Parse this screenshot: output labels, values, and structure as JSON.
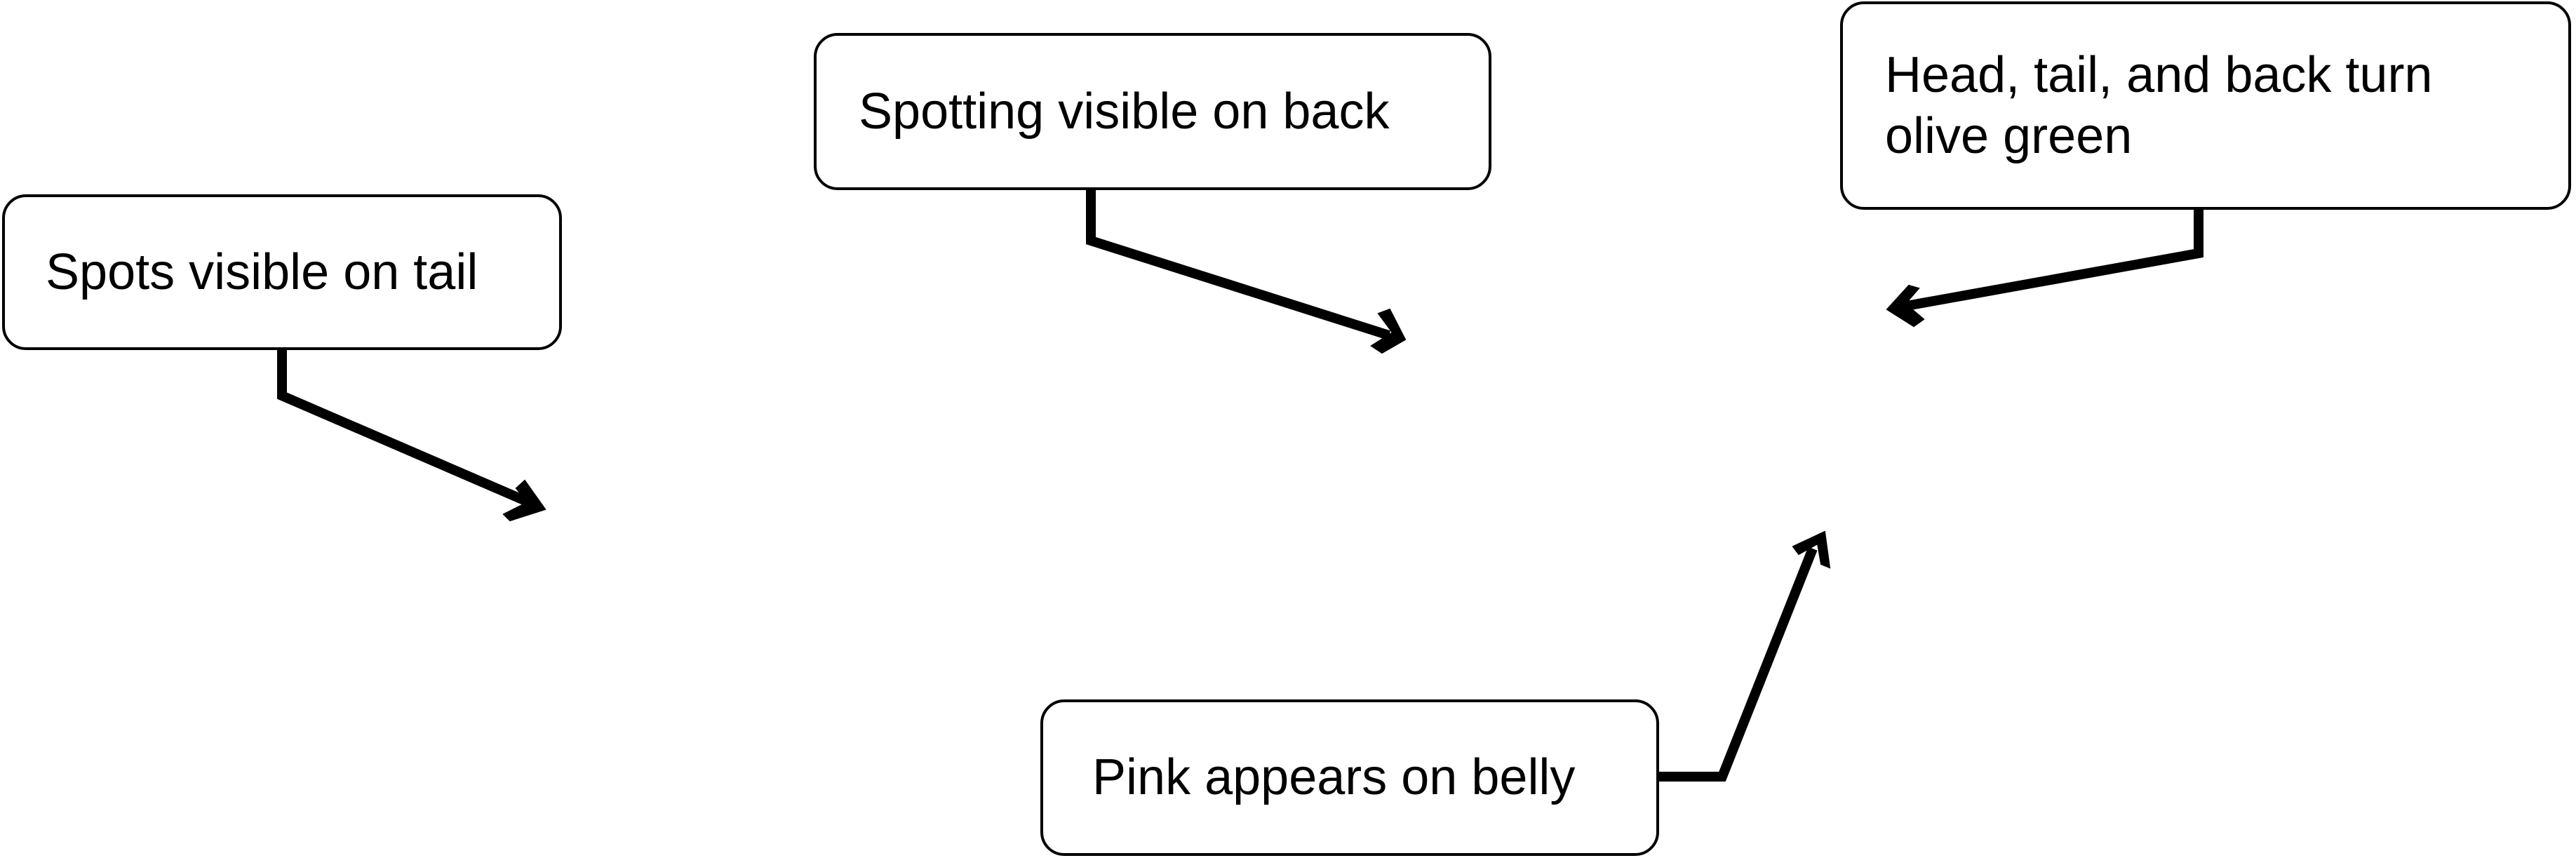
{
  "diagram": {
    "labels": {
      "tail_spots": "Spots visible on tail",
      "back_spotting": "Spotting visible on back",
      "olive_green": "Head, tail, and back turn olive green",
      "pink_belly": "Pink appears on belly"
    },
    "colors": {
      "background": "#ffffff",
      "stroke": "#000000",
      "text": "#000000"
    }
  }
}
